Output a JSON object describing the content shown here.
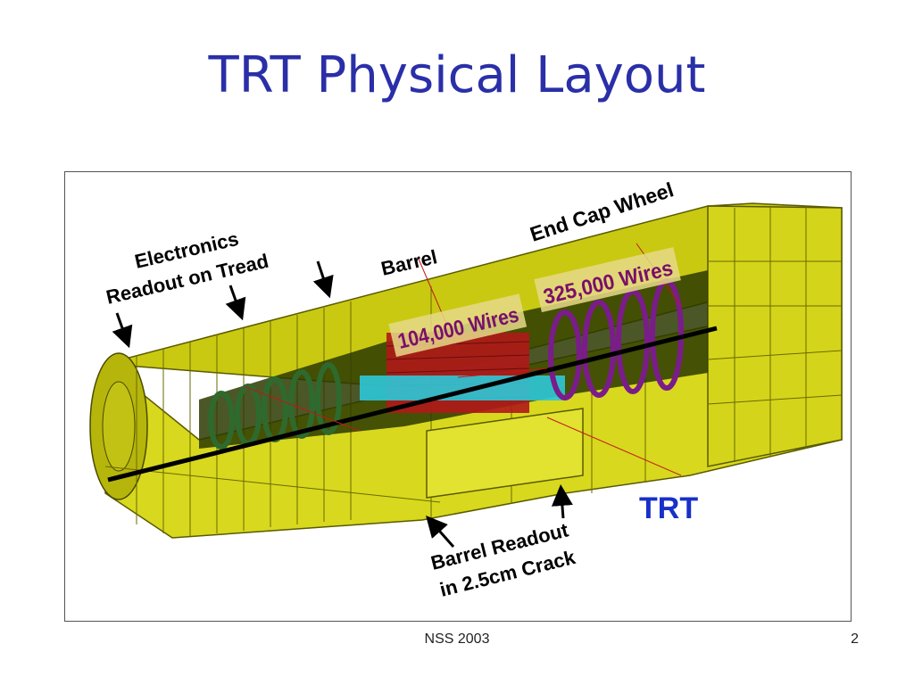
{
  "slide": {
    "title": "TRT Physical Layout",
    "footer_center": "NSS 2003",
    "page_number": "2"
  },
  "diagram": {
    "label_electronics_line1": "Electronics",
    "label_electronics_line2": "Readout on Tread",
    "label_barrel": "Barrel",
    "label_endcap": "End Cap Wheel",
    "label_barrel_wires": "104,000 Wires",
    "label_endcap_wires": "325,000 Wires",
    "label_barrel_readout_line1": "Barrel Readout",
    "label_barrel_readout_line2": "in 2.5cm Crack",
    "label_trt": "TRT"
  },
  "colors": {
    "title": "#2a2fa8",
    "module_yellow": "#d8d81e",
    "module_dark": "#7a7a08",
    "straw_red": "#b01818",
    "wheel_purple": "#7a1c8a",
    "core_cyan": "#2ec8d8",
    "trt_blue": "#1830c8"
  }
}
